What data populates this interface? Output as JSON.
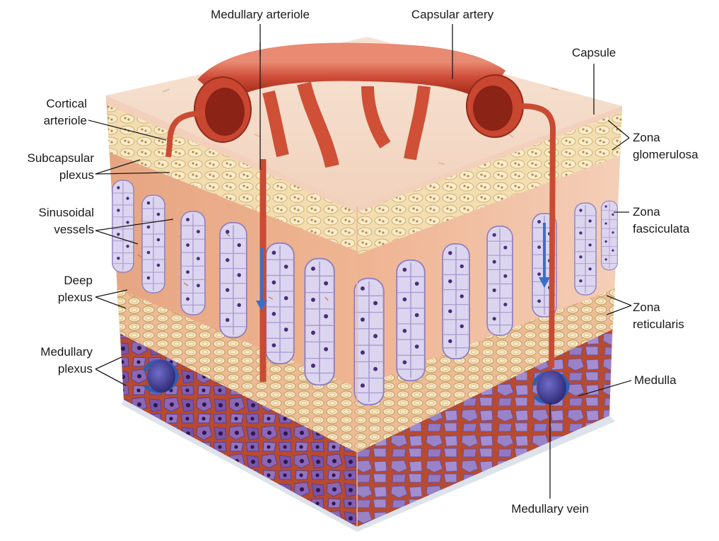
{
  "labels": {
    "medullary_arteriole": "Medullary arteriole",
    "capsular_artery": "Capsular artery",
    "capsule": "Capsule",
    "cortical_arteriole": [
      "Cortical",
      "arteriole"
    ],
    "subcapsular_plexus": [
      "Subcapsular",
      "plexus"
    ],
    "sinusoidal_vessels": [
      "Sinusoidal",
      "vessels"
    ],
    "deep_plexus": [
      "Deep",
      "plexus"
    ],
    "medullary_plexus": [
      "Medullary",
      "plexus"
    ],
    "zona_glomerulosa": [
      "Zona",
      "glomerulosa"
    ],
    "zona_fasciculata": [
      "Zona",
      "fasciculata"
    ],
    "zona_reticularis": [
      "Zona",
      "reticularis"
    ],
    "medulla": "Medulla",
    "medullary_vein": "Medullary vein"
  },
  "colors": {
    "capsule": "#f3d7c3",
    "glomerulosa": "#f0dcae",
    "cortex": "#e9a07d",
    "fasciculata_cell": "#d8d0ec",
    "cell_nucleus": "#4a2d7e",
    "reticularis": "#f6e3b8",
    "medulla": "#7e58a6",
    "vessel": "#c8472f",
    "flow_arrow": "#3b6fc7",
    "vein": "#3a3794"
  }
}
